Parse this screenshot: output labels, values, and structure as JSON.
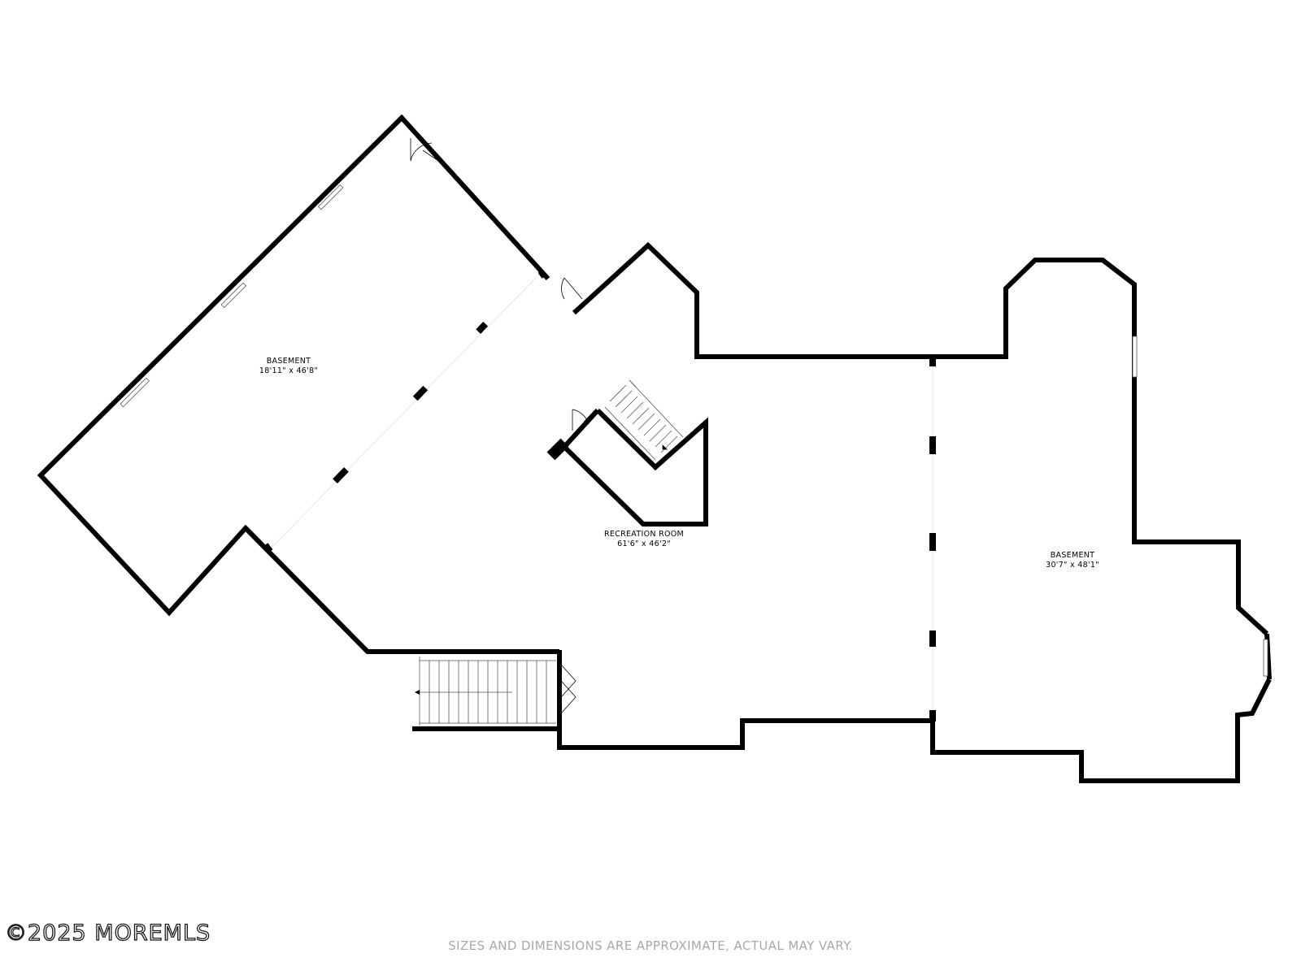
{
  "rooms": [
    {
      "name": "BASEMENT",
      "dimensions": "18'11\" x 46'8\""
    },
    {
      "name": "RECREATION ROOM",
      "dimensions": "61'6\" x 46'2\""
    },
    {
      "name": "BASEMENT",
      "dimensions": "30'7\" x 48'1\""
    }
  ],
  "footer": {
    "copyright": "©2025 MOREMLS",
    "disclaimer": "SIZES AND DIMENSIONS ARE APPROXIMATE, ACTUAL MAY VARY."
  }
}
